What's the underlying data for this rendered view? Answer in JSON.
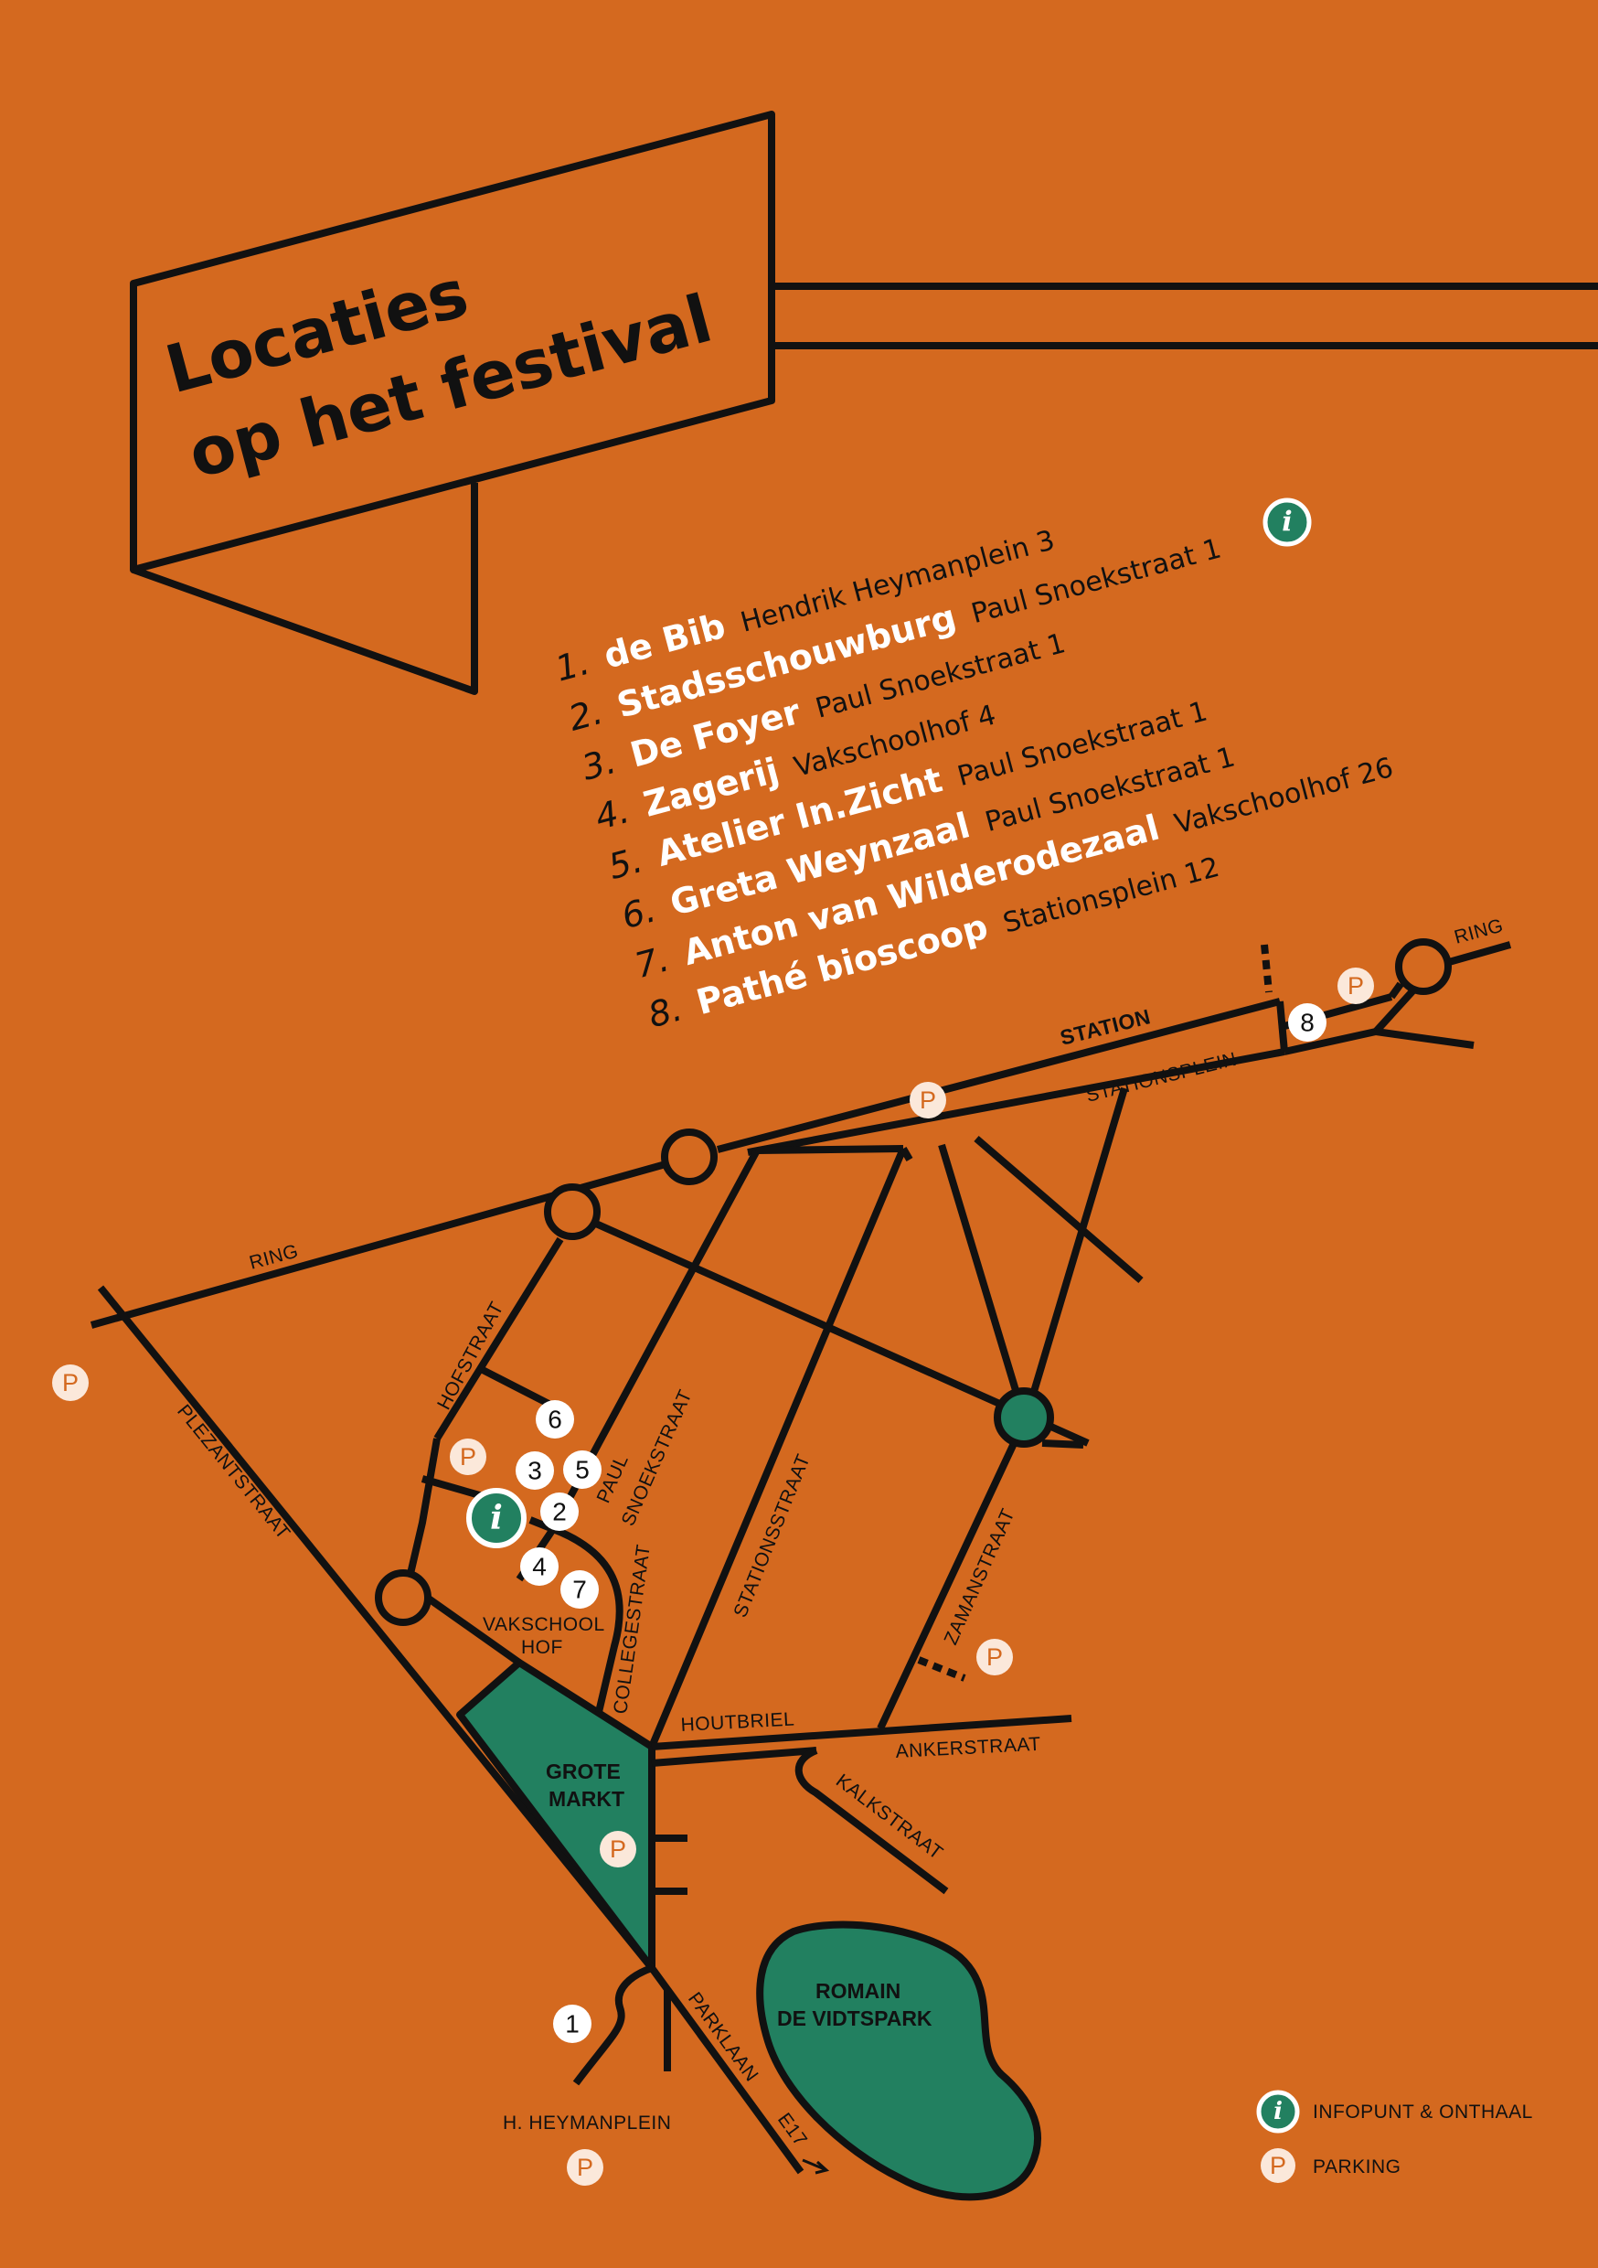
{
  "title": {
    "line1": "Locaties",
    "line2": "op het festival"
  },
  "locations": [
    {
      "number": "1.",
      "name": "de Bib",
      "address": "Hendrik Heymanplein 3",
      "info_icon": "info-icon"
    },
    {
      "number": "2.",
      "name": "Stadsschouwburg",
      "address": "Paul Snoekstraat 1"
    },
    {
      "number": "3.",
      "name": "De Foyer",
      "address": "Paul Snoekstraat 1"
    },
    {
      "number": "4.",
      "name": "Zagerij",
      "address": "Vakschoolhof 4"
    },
    {
      "number": "5.",
      "name": "Atelier In.Zicht",
      "address": "Paul Snoekstraat 1"
    },
    {
      "number": "6.",
      "name": "Greta Weynzaal",
      "address": "Paul Snoekstraat 1"
    },
    {
      "number": "7.",
      "name": "Anton van Wilderodezaal",
      "address": "Vakschoolhof 26"
    },
    {
      "number": "8.",
      "name": "Pathé bioscoop",
      "address": "Stationsplein 12"
    }
  ],
  "streets": {
    "ring_east": "RING",
    "ring_west": "RING",
    "station": "STATION",
    "stationsplein": "STATIONSPLEIN",
    "hofstraat": "HOFSTRAAT",
    "paul_snoekstraat_1": "PAUL",
    "paul_snoekstraat_2": "SNOEKSTRAAT",
    "plezantstraat": "PLEZANTSTRAAT",
    "stationsstraat": "STATIONSSTRAAT",
    "zamanstraat": "ZAMANSTRAAT",
    "vakschoolhof_1": "VAKSCHOOL",
    "vakschoolhof_2": "HOF",
    "collegestraat": "COLLEGESTRAAT",
    "houtbriel": "HOUTBRIEL",
    "ankerstraat": "ANKERSTRAAT",
    "kalkstraat": "KALKSTRAAT",
    "parklaan": "PARKLAAN",
    "h_heymanplein": "H. HEYMANPLEIN",
    "e17": "E17"
  },
  "areas": {
    "grote_markt_1": "GROTE",
    "grote_markt_2": "MARKT",
    "park_1": "ROMAIN",
    "park_2": "DE VIDTSPARK"
  },
  "markers": [
    "1",
    "2",
    "3",
    "4",
    "5",
    "6",
    "7",
    "8"
  ],
  "parking_letter": "P",
  "info_letter": "i",
  "legend": {
    "info": {
      "icon": "info-icon",
      "label": "INFOPUNT & ONTHAAL"
    },
    "parking": {
      "icon": "parking-icon",
      "label": "PARKING"
    }
  },
  "colors": {
    "background": "#D4691F",
    "ink": "#111111",
    "green": "#228060",
    "marker_fill": "#FFFFFF",
    "location_name": "#FFFFFF"
  }
}
